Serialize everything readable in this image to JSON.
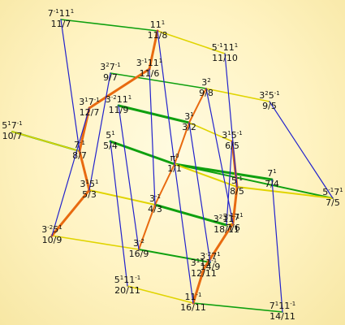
{
  "colors": {
    "background": "#fff3c2",
    "axis_5": "#e0d400",
    "axis_3": "#e86a10",
    "axis_7": "#2222cc",
    "axis_11": "#0fa00f",
    "text": "#111111"
  },
  "nodes": [
    {
      "id": "n0",
      "mono": "7⁻¹11¹",
      "ratio": "11/7"
    },
    {
      "id": "n1",
      "mono": "11¹",
      "ratio": "11/8"
    },
    {
      "id": "n2",
      "mono": "5⁻¹11¹",
      "ratio": "11/10"
    },
    {
      "id": "n3",
      "mono": "3²7⁻¹",
      "ratio": "9/7"
    },
    {
      "id": "n4",
      "mono": "3⁻¹11¹",
      "ratio": "11/6"
    },
    {
      "id": "n5",
      "mono": "3²",
      "ratio": "9/8"
    },
    {
      "id": "n6",
      "mono": "3²5⁻¹",
      "ratio": "9/5"
    },
    {
      "id": "n7",
      "mono": "3¹7⁻¹",
      "ratio": "12/7"
    },
    {
      "id": "n8",
      "mono": "3⁻²11¹",
      "ratio": "11/9"
    },
    {
      "id": "n9",
      "mono": "3¹",
      "ratio": "3/2"
    },
    {
      "id": "n10",
      "mono": "3¹5⁻¹",
      "ratio": "6/5"
    },
    {
      "id": "n11",
      "mono": "5¹7⁻¹",
      "ratio": "10/7"
    },
    {
      "id": "n12",
      "mono": "5¹",
      "ratio": "5/4"
    },
    {
      "id": "n13",
      "mono": "7⁻¹",
      "ratio": "8/7"
    },
    {
      "id": "n14",
      "mono": "π⁰",
      "ratio": "1/1"
    },
    {
      "id": "n15",
      "mono": "7¹",
      "ratio": "7/4"
    },
    {
      "id": "n16",
      "mono": "5⁻¹",
      "ratio": "8/5"
    },
    {
      "id": "n17",
      "mono": "5⁻¹7¹",
      "ratio": "7/5"
    },
    {
      "id": "n18",
      "mono": "3¹5¹",
      "ratio": "5/3"
    },
    {
      "id": "n19",
      "mono": "3⁻¹",
      "ratio": "4/3"
    },
    {
      "id": "n20",
      "mono": "3²11⁻¹",
      "ratio": "18/11"
    },
    {
      "id": "n21",
      "mono": "3⁻¹7¹",
      "ratio": "7/6"
    },
    {
      "id": "n22",
      "mono": "3⁻²5¹",
      "ratio": "10/9"
    },
    {
      "id": "n23",
      "mono": "3⁻²",
      "ratio": "16/9"
    },
    {
      "id": "n24",
      "mono": "3⁻²7¹",
      "ratio": "14/9"
    },
    {
      "id": "n25",
      "mono": "3¹11⁻¹",
      "ratio": "12/11"
    },
    {
      "id": "n26",
      "mono": "5¹11⁻¹",
      "ratio": "20/11"
    },
    {
      "id": "n27",
      "mono": "11⁻¹",
      "ratio": "16/11"
    },
    {
      "id": "n28",
      "mono": "7¹11⁻¹",
      "ratio": "14/11"
    }
  ]
}
